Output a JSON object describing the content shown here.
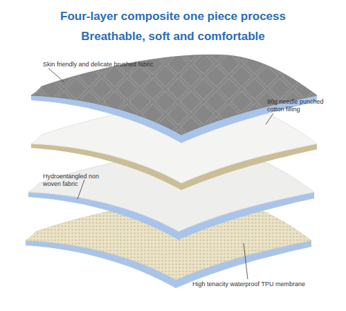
{
  "diagram": {
    "title": "Four-layer composite one piece process",
    "labels": [
      "Breathable, soft and comfortable",
      "Skin friendly and delicate brushed fabric",
      "90g needle punched cotton filling",
      "Hydroentangled non woven fabric",
      "High tenacity waterproof TPU membrane"
    ]
  }
}
